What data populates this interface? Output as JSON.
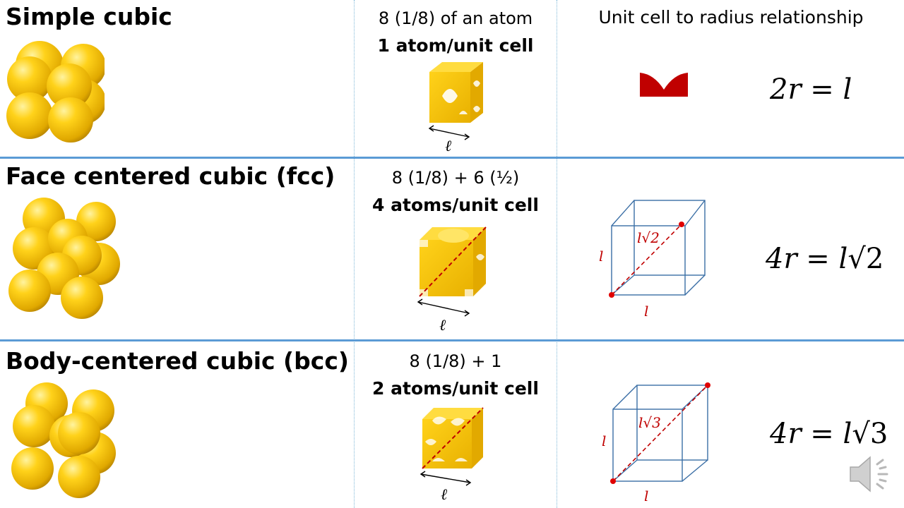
{
  "header": "Unit cell to radius relationship",
  "rows": [
    {
      "title": "Simple cubic",
      "count_expr": "8 (1/8) of an atom",
      "count": "1 atom/unit cell",
      "dim_label": "ℓ",
      "equation": {
        "lhs": "2r",
        "rhs_base": "l",
        "rhs_root": ""
      }
    },
    {
      "title": "Face centered cubic (fcc)",
      "count_expr": "8 (1/8) + 6 (½)",
      "count": "4 atoms/unit cell",
      "dim_label": "ℓ",
      "diagram": {
        "diag_label": "l√2",
        "edge_label_side": "l",
        "edge_label_bottom": "l"
      },
      "equation": {
        "lhs": "4r",
        "rhs_base": "l",
        "rhs_root": "√2"
      }
    },
    {
      "title": "Body-centered cubic (bcc)",
      "count_expr": "8 (1/8) + 1",
      "count": "2 atoms/unit cell",
      "dim_label": "ℓ",
      "diagram": {
        "diag_label": "l√3",
        "edge_label_side": "l",
        "edge_label_bottom": "l"
      },
      "equation": {
        "lhs": "4r",
        "rhs_base": "l",
        "rhs_root": "√3"
      }
    }
  ],
  "colors": {
    "gold": "#f2c500",
    "divider": "#5b9bd5",
    "cube_edge": "#3a6ea5",
    "diagonal": "#c00000",
    "placeholder": "#c00000"
  }
}
